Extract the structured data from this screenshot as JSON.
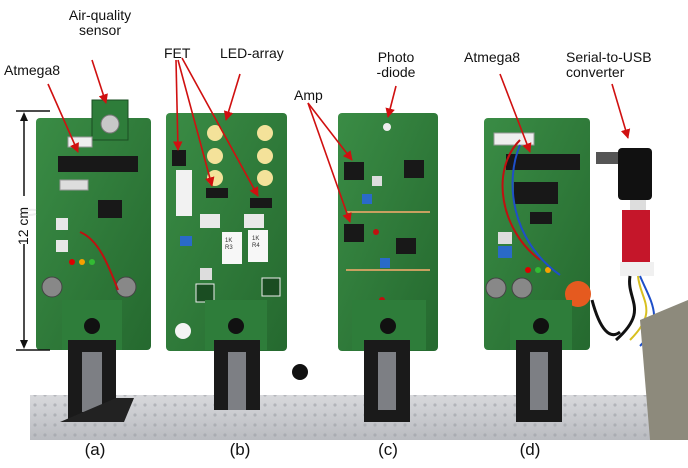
{
  "labels": {
    "air_quality_sensor": "Air-quality\nsensor",
    "fet": "FET",
    "led_array": "LED-array",
    "photo_diode": "Photo\n-diode",
    "atmega8_left": "Atmega8",
    "atmega8_right": "Atmega8",
    "amp": "Amp",
    "serial_usb": "Serial-to-USB\nconverter",
    "scale": "12 cm"
  },
  "subfigures": [
    "(a)",
    "(b)",
    "(c)",
    "(d)"
  ],
  "board_silkscreen": {
    "b_res1": "1K\nR3",
    "b_res2": "1K\nR4"
  },
  "colors": {
    "pcb_green": "#2e7d3a",
    "pcb_dark": "#1f5a2a",
    "stand_black": "#1a1a1a",
    "arrow_red": "#d01010",
    "table_gray": "#c9cbd0"
  }
}
